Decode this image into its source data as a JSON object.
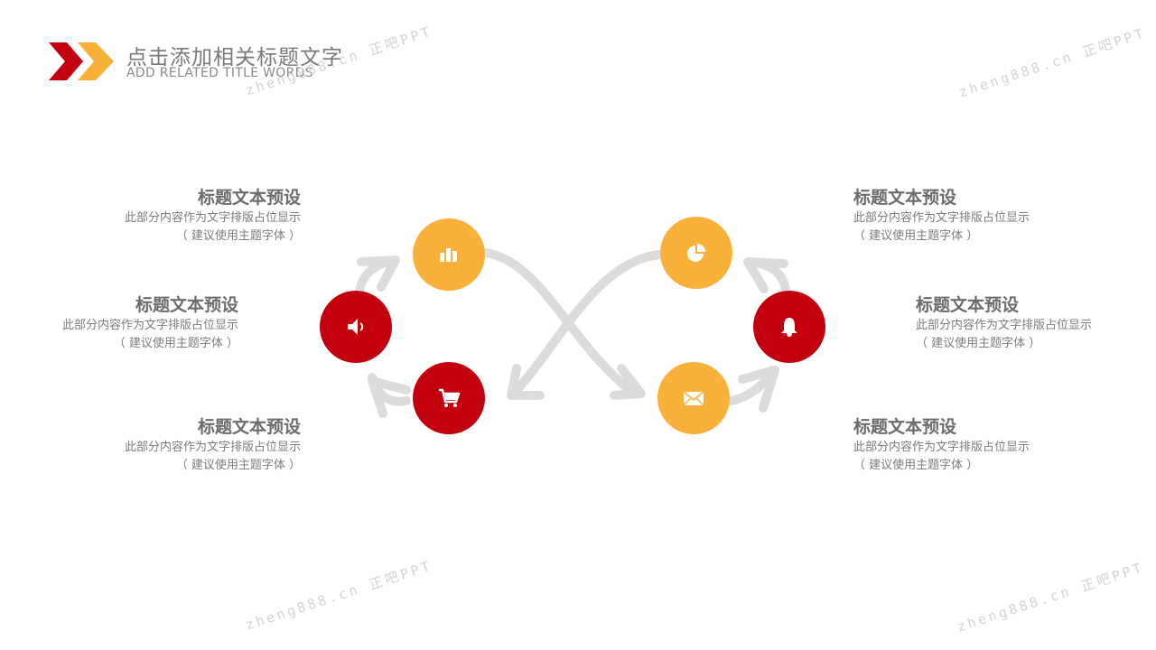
{
  "header": {
    "title": "点击添加相关标题文字",
    "subtitle": "ADD RELATED TITLE WORDS"
  },
  "colors": {
    "red": "#c3000d",
    "yellow": "#f9b13a",
    "arrow_gray": "#dcdcdc",
    "text_gray": "#6b6b6b"
  },
  "blocks": {
    "left_top": {
      "title": "标题文本预设",
      "line1": "此部分内容作为文字排版占位显示",
      "line2": "（ 建议使用主题字体 ）"
    },
    "left_mid": {
      "title": "标题文本预设",
      "line1": "此部分内容作为文字排版占位显示",
      "line2": "（ 建议使用主题字体 ）"
    },
    "left_bottom": {
      "title": "标题文本预设",
      "line1": "此部分内容作为文字排版占位显示",
      "line2": "（ 建议使用主题字体 ）"
    },
    "right_top": {
      "title": "标题文本预设",
      "line1": "此部分内容作为文字排版占位显示",
      "line2": "（ 建议使用主题字体 ）"
    },
    "right_mid": {
      "title": "标题文本预设",
      "line1": "此部分内容作为文字排版占位显示",
      "line2": "（ 建议使用主题字体 ）"
    },
    "right_bottom": {
      "title": "标题文本预设",
      "line1": "此部分内容作为文字排版占位显示",
      "line2": "（ 建议使用主题字体 ）"
    }
  },
  "icons": {
    "left_top": "bar-chart-icon",
    "left_mid": "speaker-icon",
    "left_bottom": "shopping-cart-icon",
    "right_top": "pie-chart-icon",
    "right_mid": "bell-icon",
    "right_bottom": "envelope-icon"
  },
  "watermark": {
    "text": "zheng888.cn 正吧PPT"
  }
}
